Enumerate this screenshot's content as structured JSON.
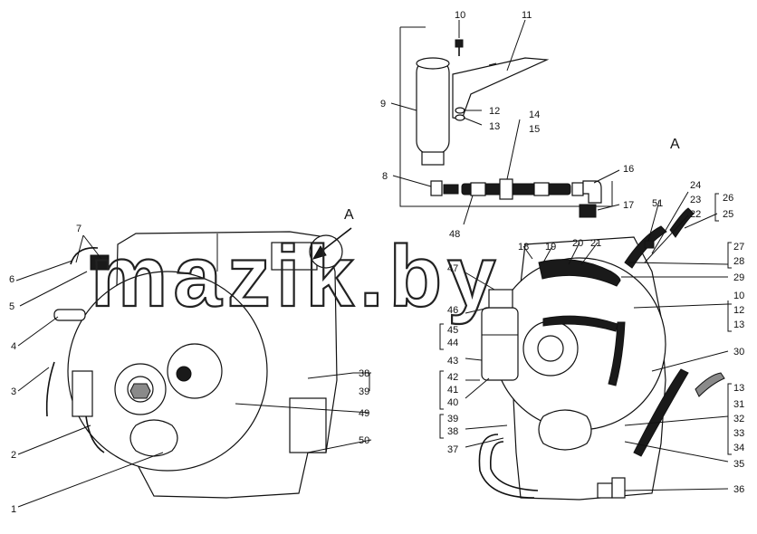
{
  "watermark": "mazik.by",
  "view_label": "A",
  "view_marker": "A",
  "corner_mark": "",
  "callouts": [
    "1",
    "2",
    "3",
    "4",
    "5",
    "6",
    "7",
    "8",
    "9",
    "10",
    "11",
    "12",
    "13",
    "14",
    "15",
    "16",
    "17",
    "18",
    "19",
    "20",
    "21",
    "22",
    "23",
    "24",
    "25",
    "26",
    "27",
    "28",
    "29",
    "30",
    "31",
    "32",
    "33",
    "34",
    "35",
    "36",
    "37",
    "38",
    "39",
    "40",
    "41",
    "42",
    "43",
    "44",
    "45",
    "46",
    "47",
    "48",
    "49",
    "50",
    "51"
  ],
  "right_callouts": {
    "c10": "10",
    "c12": "12",
    "c13a": "13",
    "c13b": "13",
    "c22": "22",
    "c23": "23",
    "c24": "24",
    "c25": "25",
    "c26": "26",
    "c27": "27",
    "c28": "28",
    "c29": "29",
    "c30": "30",
    "c31": "31",
    "c32": "32",
    "c33": "33",
    "c34": "34",
    "c35": "35",
    "c36": "36",
    "c37": "37",
    "c38": "38",
    "c39": "39",
    "c40": "40",
    "c41": "41",
    "c42": "42",
    "c43": "43",
    "c44": "44",
    "c45": "45",
    "c46": "46",
    "c47": "47",
    "c18": "18",
    "c19": "19",
    "c20": "20",
    "c21": "21",
    "c51": "51"
  },
  "left_callouts": {
    "c1": "1",
    "c2": "2",
    "c3": "3",
    "c4": "4",
    "c5": "5",
    "c6": "6",
    "c7": "7",
    "c38": "38",
    "c39": "39",
    "c49": "49",
    "c50": "50"
  },
  "top_callouts": {
    "c8": "8",
    "c9": "9",
    "c10": "10",
    "c11": "11",
    "c12": "12",
    "c13": "13",
    "c14": "14",
    "c15": "15",
    "c16": "16",
    "c17": "17",
    "c48": "48"
  }
}
